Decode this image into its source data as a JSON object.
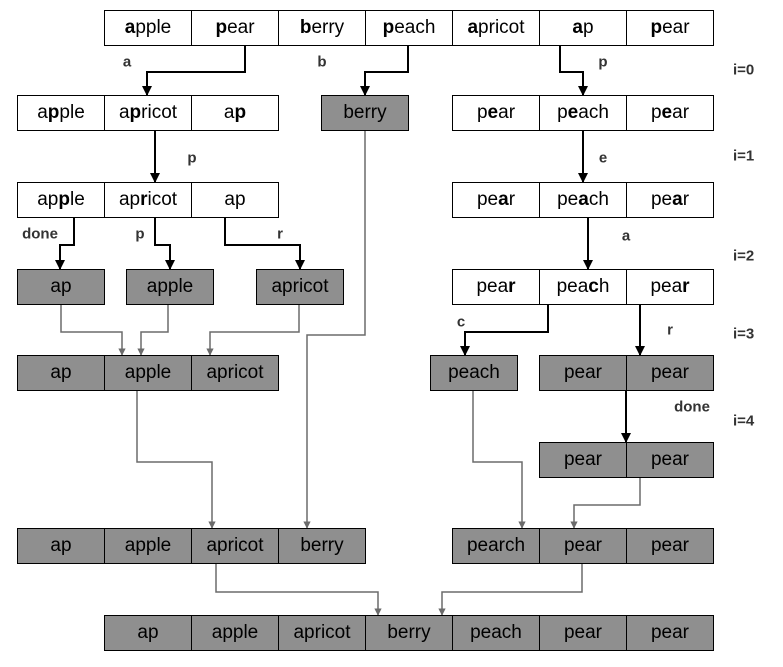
{
  "colors": {
    "filled": "#8f8f8f",
    "arrow_dark": "#000000",
    "arrow_gray": "#6b6b6b"
  },
  "rows": {
    "input": [
      [
        "",
        "a",
        "pple"
      ],
      [
        "",
        "p",
        "ear"
      ],
      [
        "",
        "b",
        "erry"
      ],
      [
        "",
        "p",
        "each"
      ],
      [
        "",
        "a",
        "pricot"
      ],
      [
        "",
        "a",
        "p"
      ],
      [
        "",
        "p",
        "ear"
      ]
    ],
    "a1": [
      [
        "a",
        "p",
        "ple"
      ],
      [
        "a",
        "p",
        "ricot"
      ],
      [
        "a",
        "p",
        ""
      ]
    ],
    "berry1": [
      "berry"
    ],
    "p1": [
      [
        "p",
        "e",
        "ar"
      ],
      [
        "p",
        "e",
        "ach"
      ],
      [
        "p",
        "e",
        "ar"
      ]
    ],
    "a2": [
      [
        "ap",
        "p",
        "le"
      ],
      [
        "ap",
        "r",
        "icot"
      ],
      [
        "ap",
        "",
        ""
      ]
    ],
    "p2": [
      [
        "pe",
        "a",
        "r"
      ],
      [
        "pe",
        "a",
        "ch"
      ],
      [
        "pe",
        "a",
        "r"
      ]
    ],
    "leaf_ap": [
      "ap"
    ],
    "leaf_apple": [
      "apple"
    ],
    "leaf_apricot": [
      "apricot"
    ],
    "p3": [
      [
        "pea",
        "r",
        ""
      ],
      [
        "pea",
        "c",
        "h"
      ],
      [
        "pea",
        "r",
        ""
      ]
    ],
    "merged_a": [
      "ap",
      "apple",
      "apricot"
    ],
    "leaf_peach": [
      "peach"
    ],
    "pear_pair1": [
      "pear",
      "pear"
    ],
    "pear_pair2": [
      "pear",
      "pear"
    ],
    "merge_left": [
      "ap",
      "apple",
      "apricot",
      "berry"
    ],
    "merge_right": [
      "pearch",
      "pear",
      "pear"
    ],
    "final": [
      "ap",
      "apple",
      "apricot",
      "berry",
      "peach",
      "pear",
      "pear"
    ]
  },
  "edge_labels": [
    "a",
    "b",
    "p",
    "p",
    "e",
    "done",
    "p",
    "r",
    "a",
    "c",
    "r",
    "done"
  ],
  "levels": [
    "i=0",
    "i=1",
    "i=2",
    "i=3",
    "i=4"
  ]
}
